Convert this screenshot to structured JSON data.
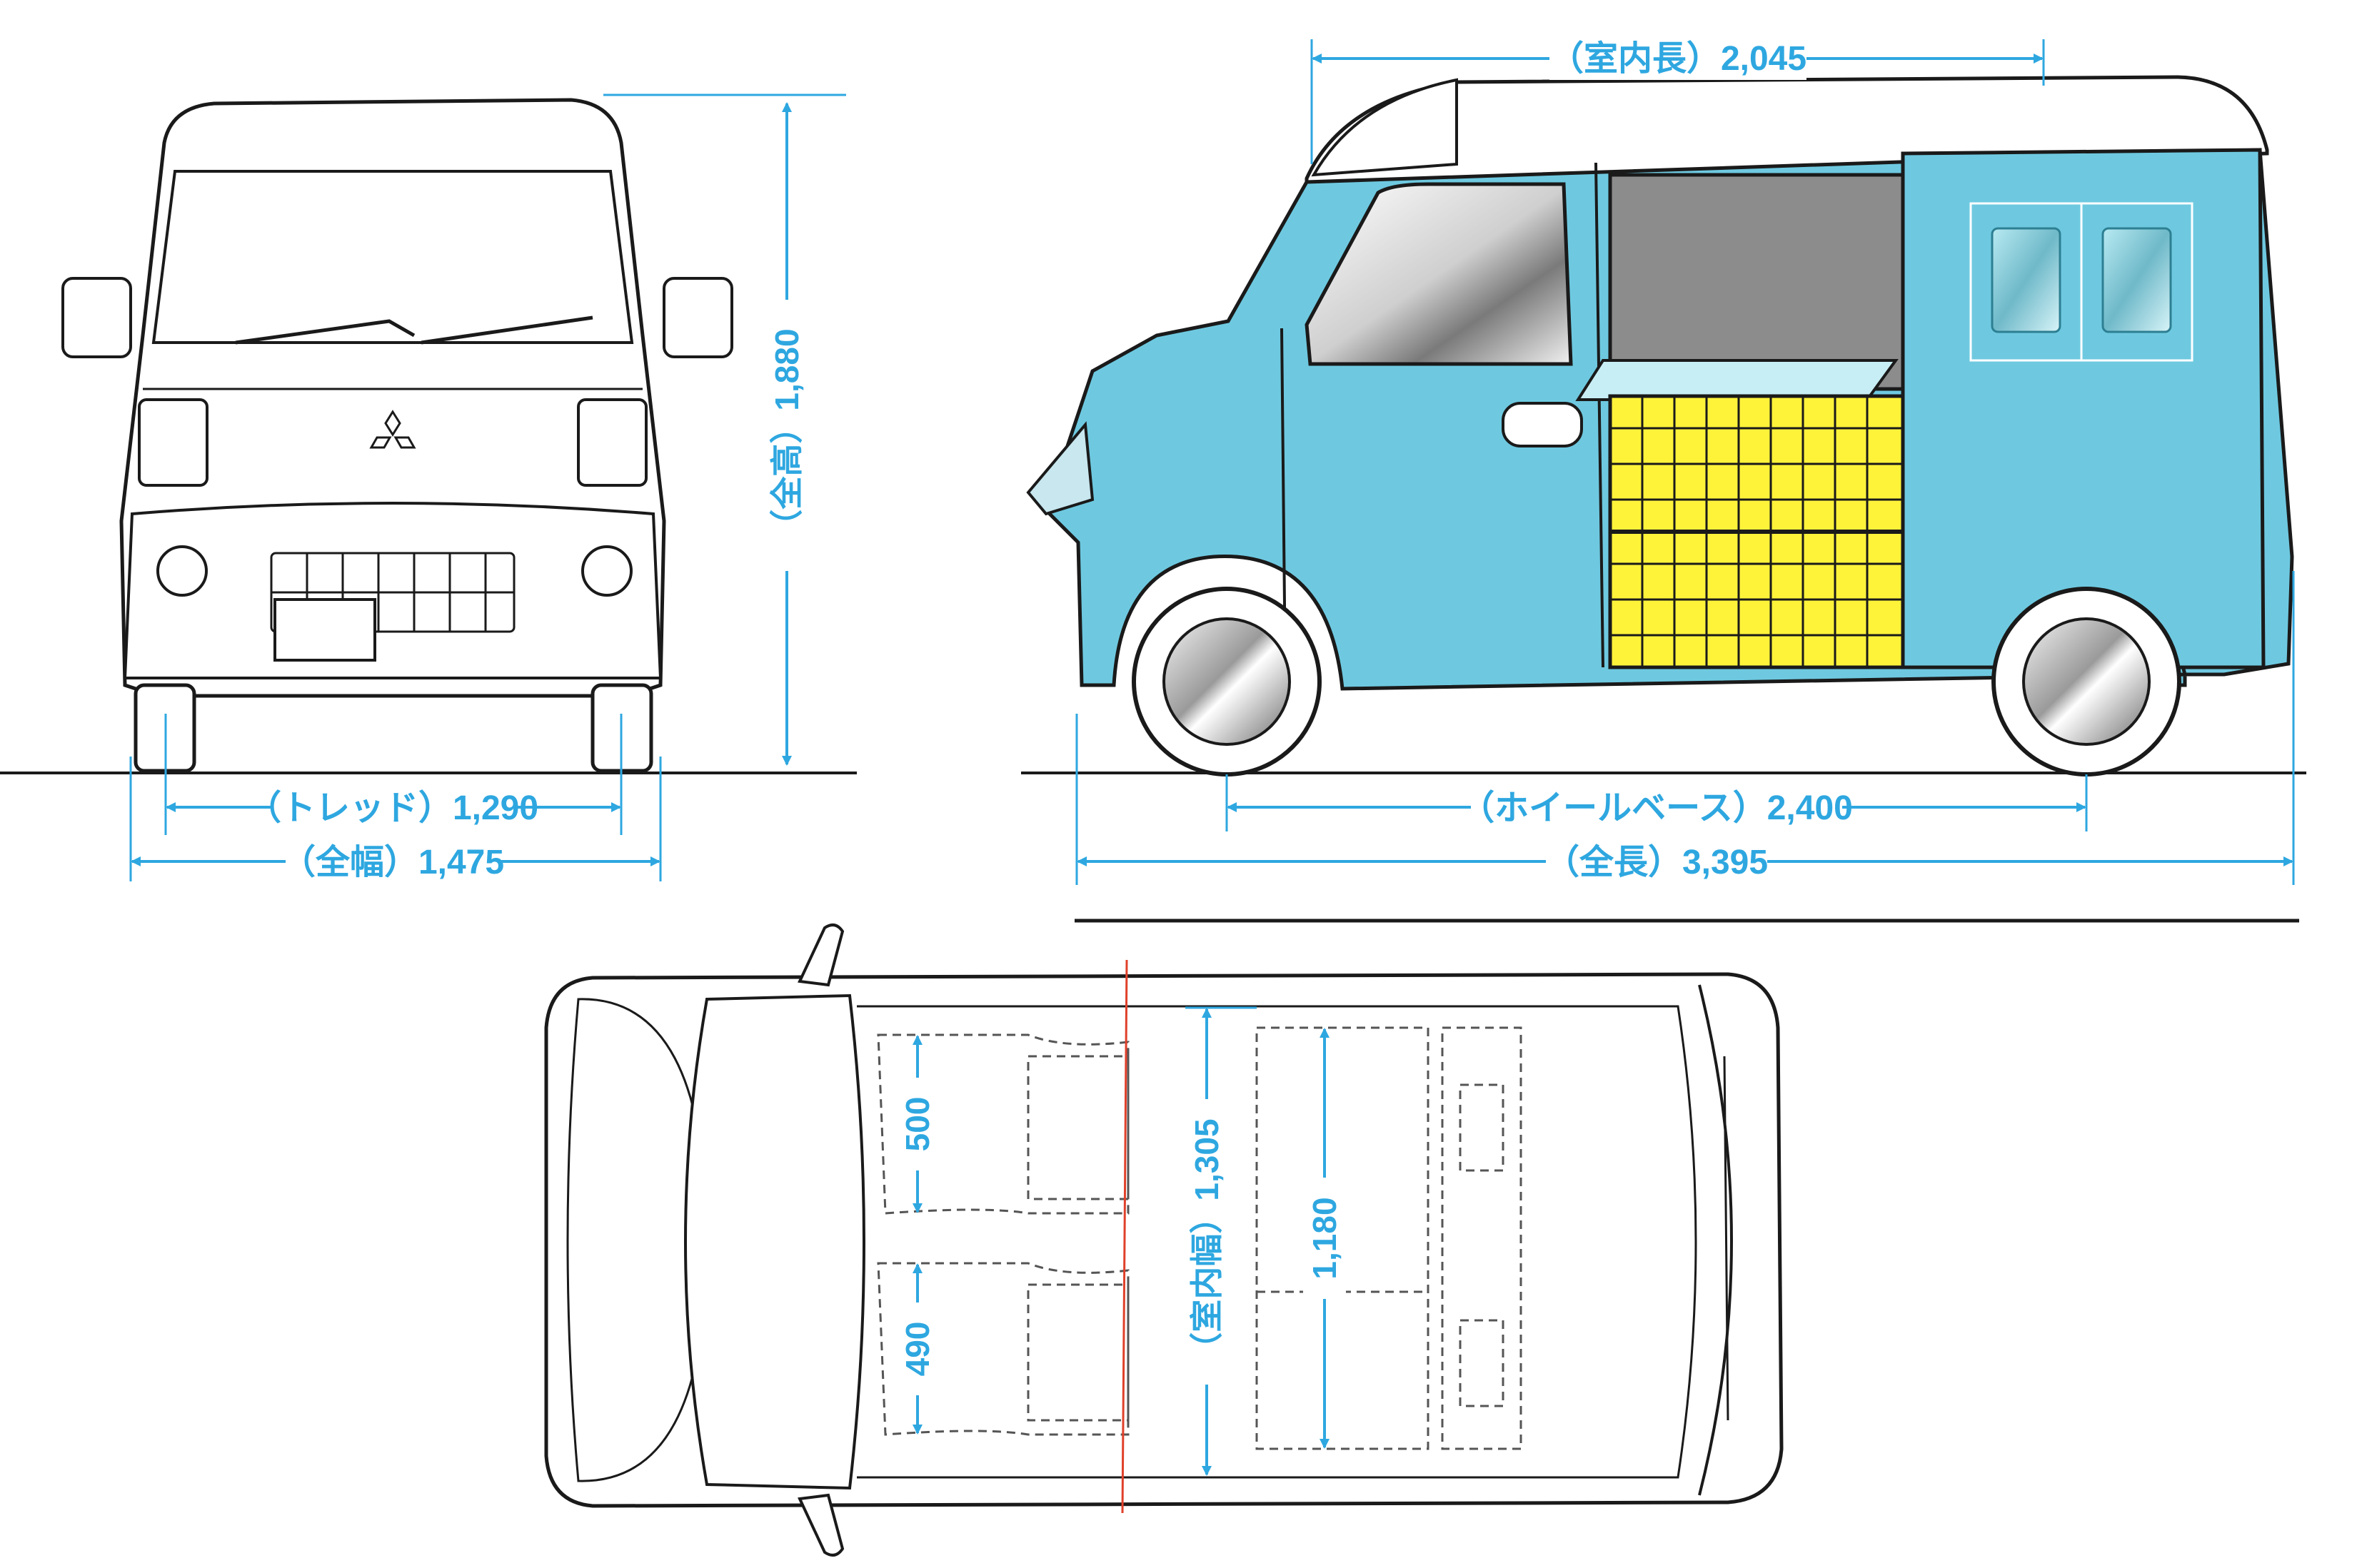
{
  "colors": {
    "dimension": "#2ea7e0",
    "outline": "#1a1a1a",
    "body_blue": "#6ec9e0",
    "roof_white": "#ffffff",
    "shelf_yellow": "#fff33a",
    "window_gray": "#8c8c8c",
    "centerline_red": "#e0402a"
  },
  "front_view": {
    "height_label": "（全高）1,880",
    "tread_label": "（トレッド）1,290",
    "width_label": "（全幅）1,475"
  },
  "side_view": {
    "interior_length_label": "（室内長）2,045",
    "wheelbase_label": "（ホイールベース）2,400",
    "length_label": "（全長）3,395"
  },
  "top_view": {
    "interior_width_label": "（室内幅）1,305",
    "front_seat_width_label": "500",
    "front_seat2_width_label": "490",
    "rear_seat_width_label": "1,180"
  }
}
